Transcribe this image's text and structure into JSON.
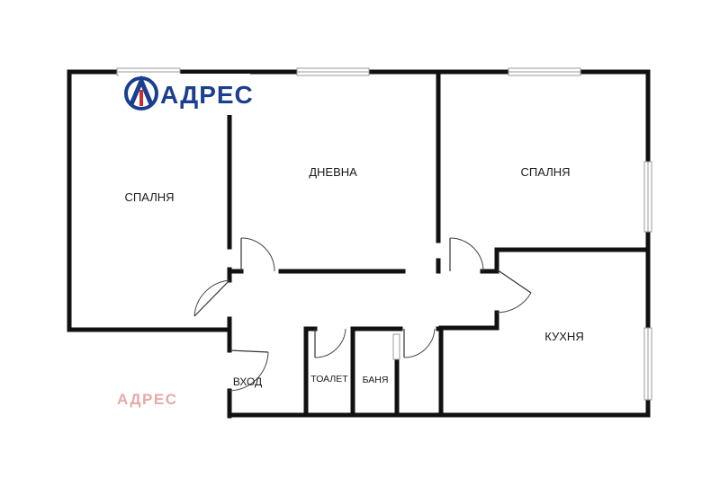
{
  "logo": {
    "text": "АДРЕС",
    "brand_color": "#1a3f8f",
    "accent_color": "#d42a2a"
  },
  "watermark": {
    "text": "АДРЕС",
    "color": "#e8a8a8"
  },
  "rooms": {
    "bedroom_left": "СПАЛНЯ",
    "living_room": "ДНЕВНА",
    "bedroom_right": "СПАЛНЯ",
    "kitchen": "КУХНЯ",
    "entrance": "ВХОД",
    "toilet": "ТОАЛЕТ",
    "bathroom": "БАНЯ"
  }
}
